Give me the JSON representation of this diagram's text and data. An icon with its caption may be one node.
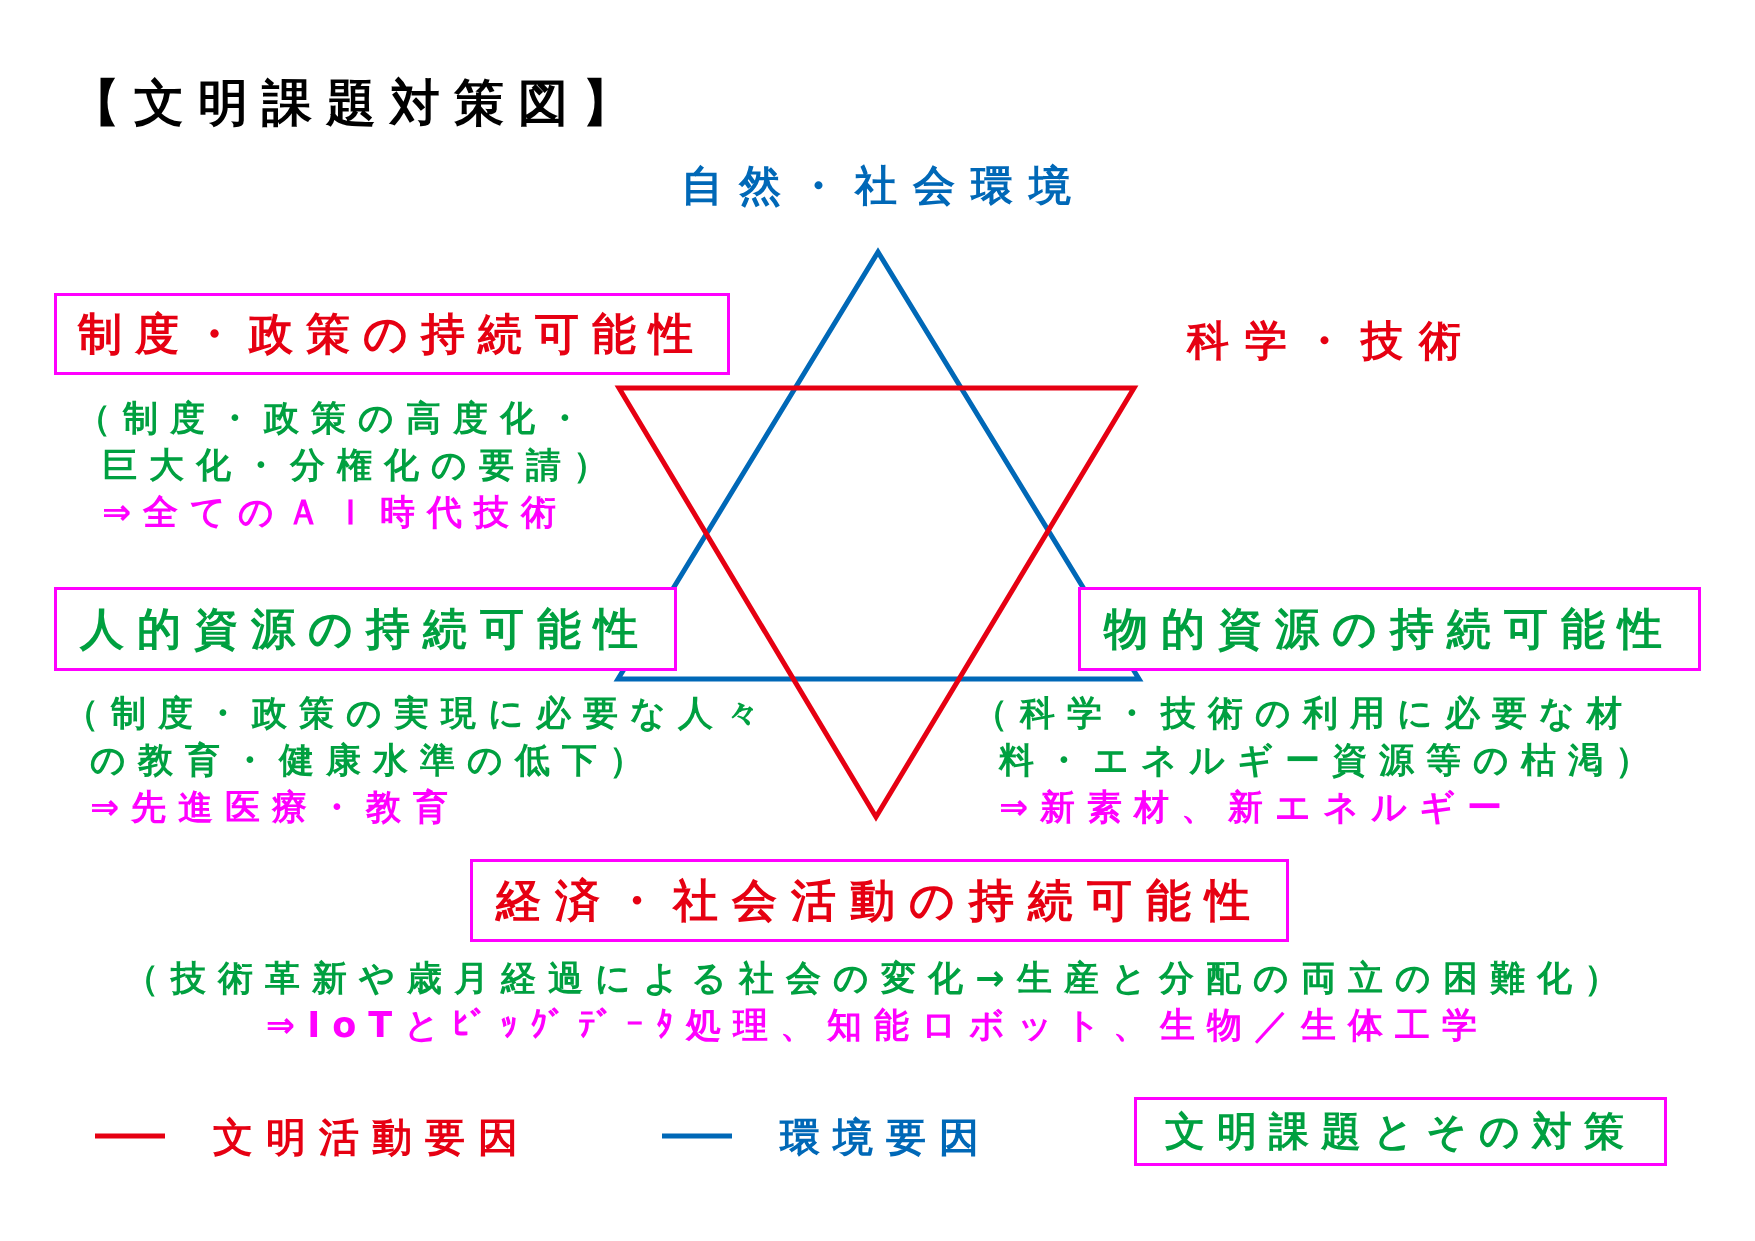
{
  "diagram": {
    "title": "【文明課題対策図】",
    "nodes": [
      {
        "text": [
          "制度・政策の持続可能性"
        ],
        "beside": [
          "（制度・政策の高度化・巨大化・分権化の要請）",
          "⇒全てのＡＩ時代技術"
        ]
      },
      {
        "text": [
          "人的資源の持続可能性"
        ],
        "beside": [
          "（制度・政策の実現に必要な人々の教育・健康水準の低下）",
          "⇒先進医療・教育"
        ]
      },
      {
        "text": [
          "物的資源の持続可能性"
        ],
        "beside": [
          "（科学・技術の利用に必要な材料・エネルギー資源等の枯渇）",
          "⇒新素材、新エネルギー"
        ]
      },
      {
        "text": [
          "経済・社会活動の持続可能性"
        ],
        "beside": [
          "（技術革新や歳月経過による社会の変化→生産と分配の両立の困難化）",
          "⇒IoTとﾋﾞｯｸﾞﾃﾞｰﾀ処理、知能ロボット、生物／生体工学"
        ]
      },
      {
        "text": [
          "文明課題とその対策"
        ]
      }
    ],
    "edges": [],
    "labels": [
      "自然・社会環境",
      "科学・技術"
    ],
    "legend": [
      {
        "text": "文明活動要因",
        "color": "#e60012"
      },
      {
        "text": "環境要因",
        "color": "#0068b7"
      }
    ]
  }
}
